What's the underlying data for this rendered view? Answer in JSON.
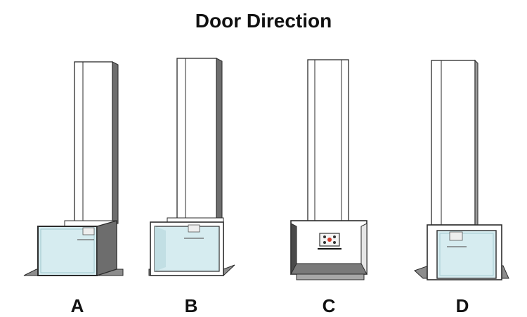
{
  "title": "Door Direction",
  "lifts": [
    {
      "label": "A"
    },
    {
      "label": "B"
    },
    {
      "label": "C"
    },
    {
      "label": "D"
    }
  ],
  "colors": {
    "glass": "#d6ecf0",
    "glass_dark": "#b9dbe1",
    "outline": "#2b2b2b",
    "base_dark": "#7a7a7a",
    "base_mid": "#a8a8a8",
    "panel_accent": "#d33b2c"
  }
}
